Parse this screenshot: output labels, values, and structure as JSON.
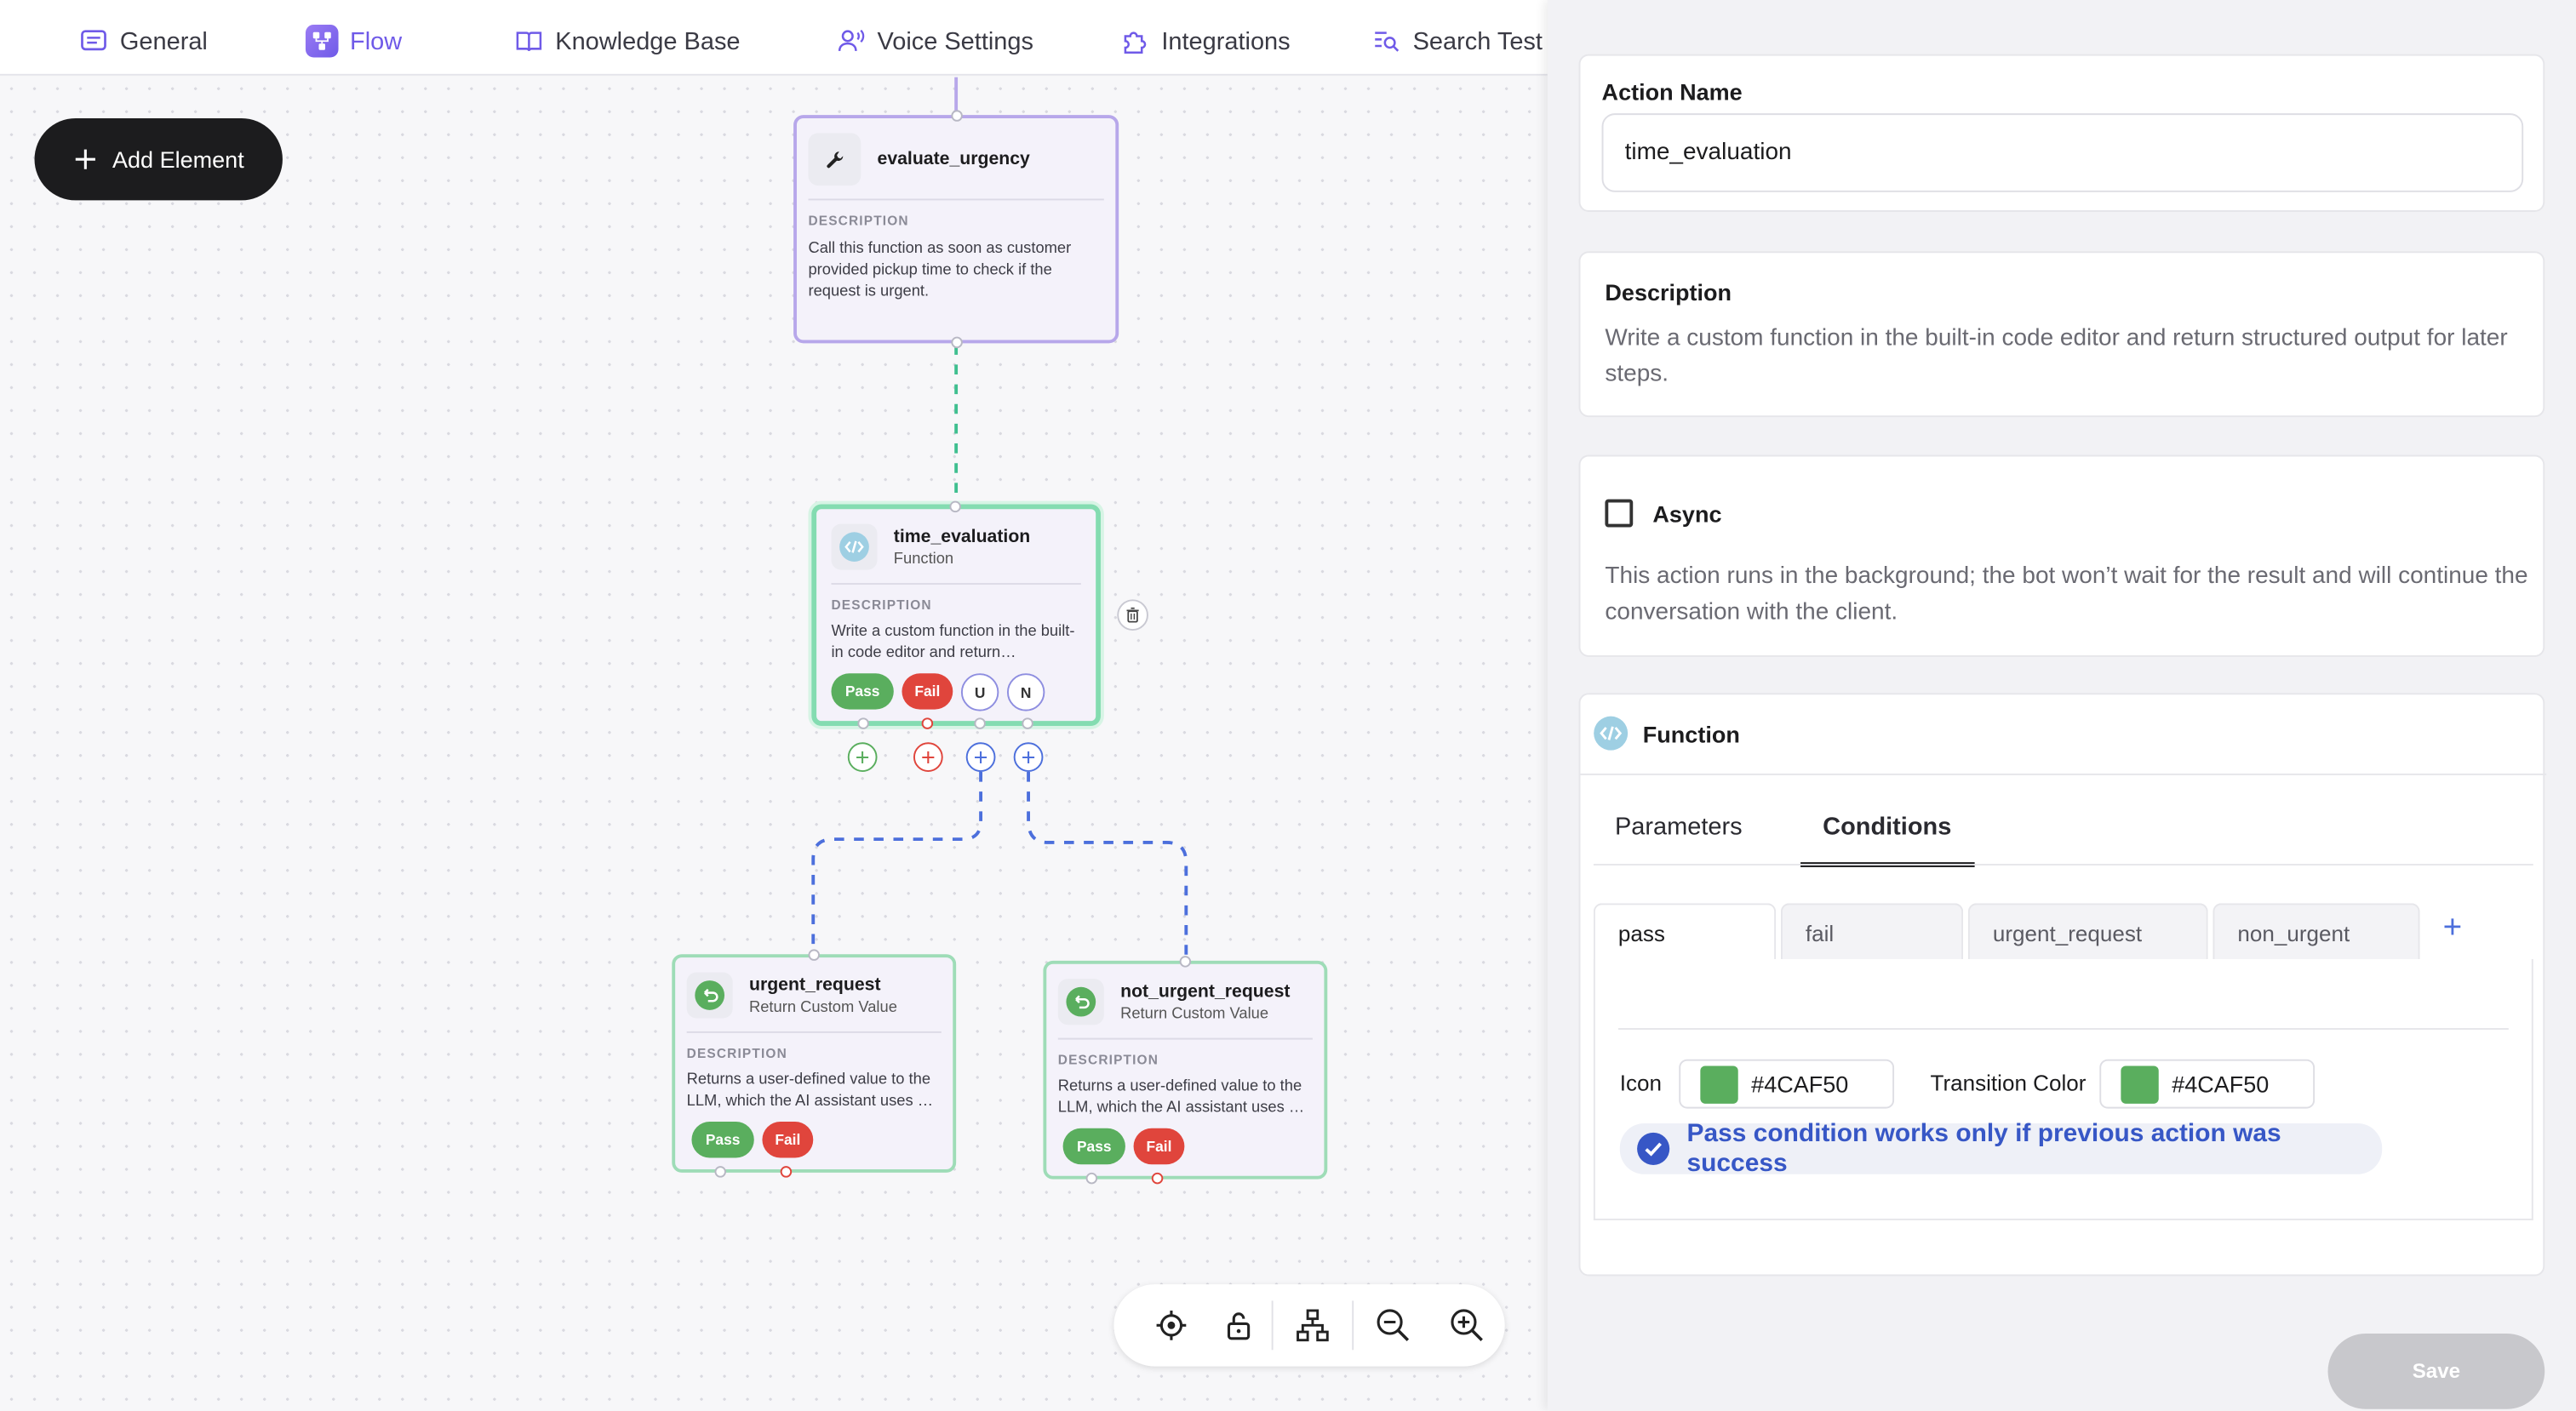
{
  "nav": {
    "tabs": [
      {
        "label": "General",
        "icon": "general-icon"
      },
      {
        "label": "Flow",
        "icon": "flow-icon",
        "active": true
      },
      {
        "label": "Knowledge Base",
        "icon": "book-icon"
      },
      {
        "label": "Voice Settings",
        "icon": "voice-icon"
      },
      {
        "label": "Integrations",
        "icon": "puzzle-icon"
      },
      {
        "label": "Search Test",
        "icon": "search-list-icon"
      }
    ],
    "active_color": "#6f5ae8"
  },
  "canvas": {
    "add_element_label": "Add Element",
    "nodes": {
      "evaluate_urgency": {
        "title": "evaluate_urgency",
        "desc_label": "DESCRIPTION",
        "desc": "Call this function as soon as customer provided pickup time to check if the request is urgent."
      },
      "time_evaluation": {
        "title": "time_evaluation",
        "subtitle": "Function",
        "desc_label": "DESCRIPTION",
        "desc": "Write a custom function in the built-in code editor and return…",
        "pills": [
          "Pass",
          "Fail",
          "U",
          "N"
        ]
      },
      "urgent_request": {
        "title": "urgent_request",
        "subtitle": "Return Custom Value",
        "desc_label": "DESCRIPTION",
        "desc": "Returns a user-defined value to the LLM, which the AI assistant uses …",
        "pills": [
          "Pass",
          "Fail"
        ]
      },
      "not_urgent_request": {
        "title": "not_urgent_request",
        "subtitle": "Return Custom Value",
        "desc_label": "DESCRIPTION",
        "desc": "Returns a user-defined value to the LLM, which the AI assistant uses …",
        "pills": [
          "Pass",
          "Fail"
        ]
      }
    },
    "colors": {
      "pass": "#5aae5e",
      "fail": "#e0453c",
      "edge_green": "#3fbf8f",
      "edge_blue": "#4c6fdc"
    }
  },
  "panel": {
    "action_name_label": "Action Name",
    "action_name_value": "time_evaluation",
    "description_label": "Description",
    "description_text": "Write a custom function in the built-in code editor and return structured output for later steps.",
    "async_label": "Async",
    "async_checked": false,
    "async_text": "This action runs in the background; the bot won’t wait for the result and will continue the conversation with the client.",
    "function_label": "Function",
    "tabs": [
      "Parameters",
      "Conditions"
    ],
    "active_tab": "Conditions",
    "condition_tabs": [
      "pass",
      "fail",
      "urgent_request",
      "non_urgent"
    ],
    "active_condition": "pass",
    "icon_label": "Icon",
    "icon_color": "#4CAF50",
    "transition_label": "Transition Color",
    "transition_color": "#4CAF50",
    "notice": "Pass condition works only if previous action was success",
    "save_label": "Save"
  }
}
